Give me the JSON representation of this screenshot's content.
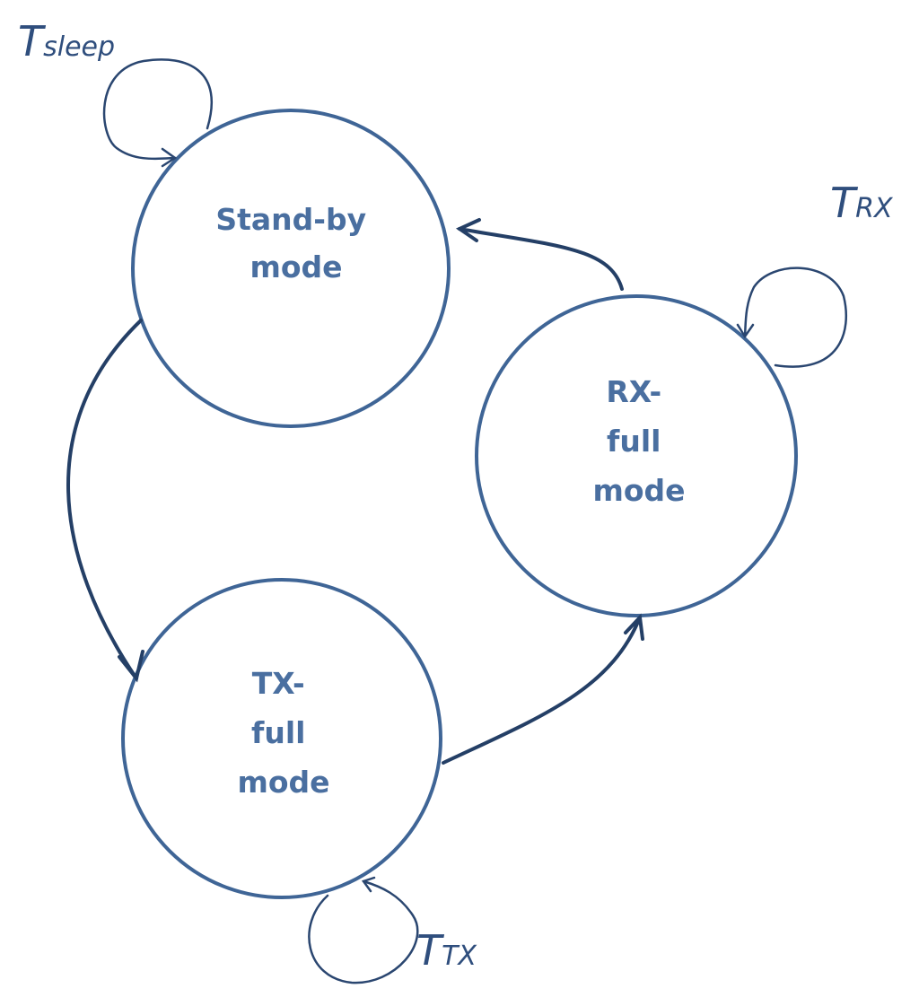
{
  "colors": {
    "circle_stroke": "#3f6596",
    "state_text": "#4a6fa0",
    "edge": "#243f66",
    "loop": "#2a4670",
    "label_text": "#2f4e7d"
  },
  "states": {
    "standby": {
      "line1": "Stand-by",
      "line2": "mode"
    },
    "rx": {
      "line1": "RX-",
      "line2": "full",
      "line3": "mode"
    },
    "tx": {
      "line1": "TX-",
      "line2": "full",
      "line3": "mode"
    }
  },
  "loops": {
    "sleep": {
      "main": "T",
      "sub": "sleep"
    },
    "rx": {
      "main": "T",
      "sub": "RX"
    },
    "tx": {
      "main": "T",
      "sub": "TX"
    }
  },
  "transitions": [
    {
      "from": "standby",
      "to": "tx"
    },
    {
      "from": "tx",
      "to": "rx"
    },
    {
      "from": "rx",
      "to": "standby"
    }
  ]
}
